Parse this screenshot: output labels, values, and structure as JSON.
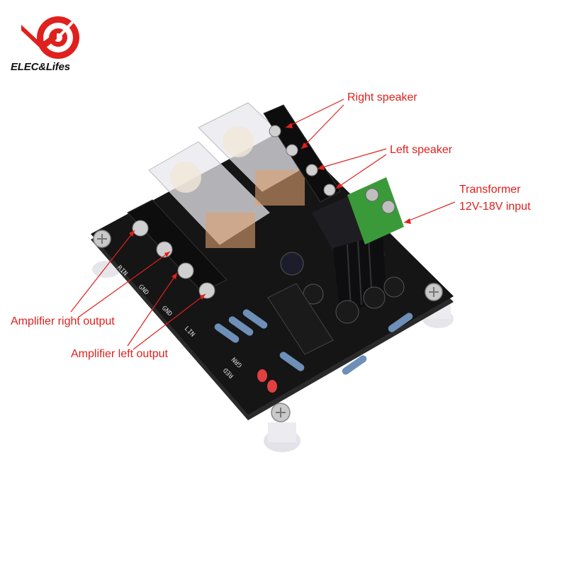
{
  "brand": {
    "name": "ELEC&Lifes",
    "accent_color": "#e0201c"
  },
  "labels": {
    "right_speaker": "Right speaker",
    "left_speaker": "Left speaker",
    "transformer_line1": "Transformer",
    "transformer_line2": "12V-18V input",
    "amp_right_output": "Amplifier right output",
    "amp_left_output": "Amplifier left output"
  },
  "silkscreen": {
    "rin": "RIN",
    "gnd_1": "GND",
    "gnd_2": "GND",
    "lin": "LIN",
    "grn": "GRN",
    "red": "RED"
  },
  "colors": {
    "label_text": "#e0201c",
    "pcb": "#151515",
    "terminal_green": "#3a9a3a"
  }
}
